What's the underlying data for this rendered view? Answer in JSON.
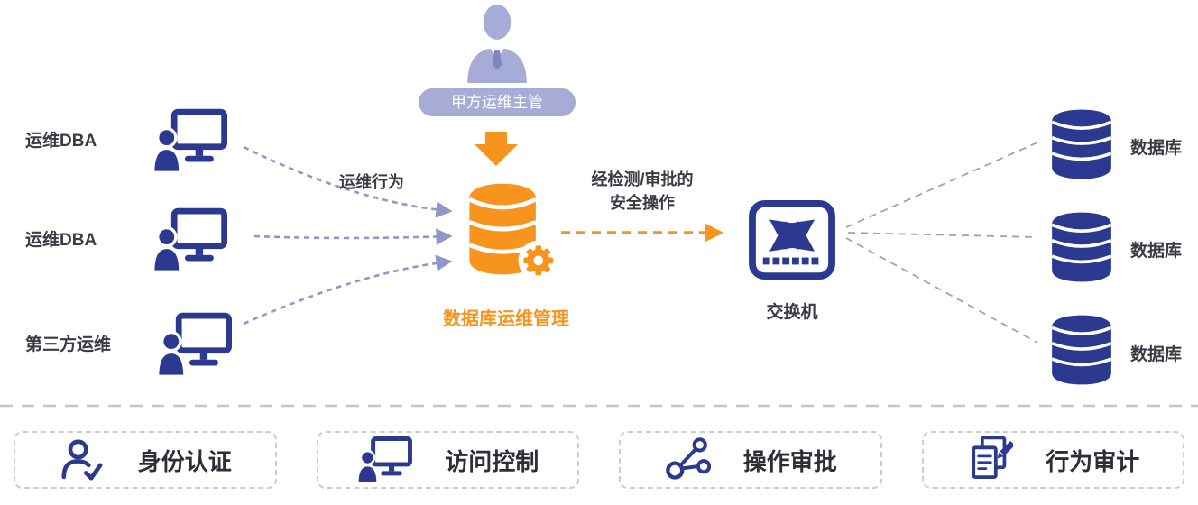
{
  "colors": {
    "navy": "#2b3a90",
    "orange": "#f7941e",
    "periwinkle": "#a6acd6",
    "arrow_blue": "#8f97c9",
    "line_gray": "#a3a3a3",
    "text_dark": "#3a3b45"
  },
  "supervisor": {
    "label": "甲方运维主管",
    "icon": "person-suit-icon"
  },
  "operators": [
    {
      "label": "运维DBA",
      "icon": "workstation-user-icon"
    },
    {
      "label": "运维DBA",
      "icon": "workstation-user-icon"
    },
    {
      "label": "第三方运维",
      "icon": "workstation-user-icon"
    }
  ],
  "flows": {
    "ops_behavior": "运维行为",
    "approved_line1": "经检测/审批的",
    "approved_line2": "安全操作"
  },
  "center": {
    "label": "数据库运维管理",
    "icon": "database-gear-icon"
  },
  "switch": {
    "label": "交换机",
    "icon": "network-switch-icon"
  },
  "databases": [
    {
      "label": "数据库",
      "icon": "database-icon"
    },
    {
      "label": "数据库",
      "icon": "database-icon"
    },
    {
      "label": "数据库",
      "icon": "database-icon"
    }
  ],
  "features": [
    {
      "label": "身份认证",
      "icon": "identity-check-icon"
    },
    {
      "label": "访问控制",
      "icon": "access-control-icon"
    },
    {
      "label": "操作审批",
      "icon": "approval-flow-icon"
    },
    {
      "label": "行为审计",
      "icon": "audit-docs-icon"
    }
  ]
}
